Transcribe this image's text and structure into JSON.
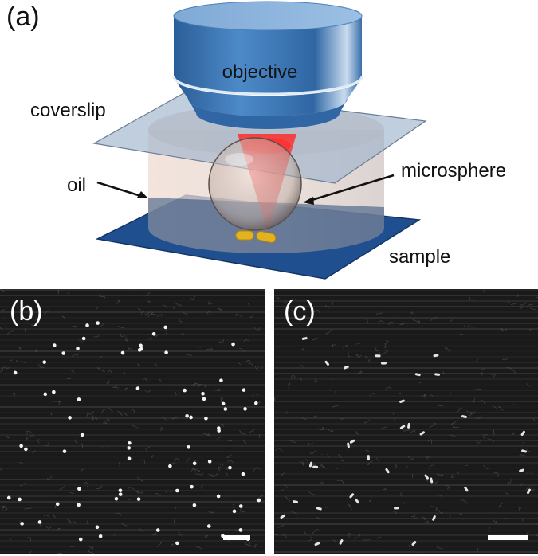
{
  "figure": {
    "panel_a": {
      "label": "(a)",
      "labels": {
        "objective": "objective",
        "coverslip": "coverslip",
        "oil": "oil",
        "microsphere": "microsphere",
        "sample": "sample"
      },
      "colors": {
        "objective": "#3f78b5",
        "coverslip": "#9fb4cc",
        "oil_cylinder": "#e9d7cc",
        "sample_plate": "#1f4f8f",
        "laser": "#e23b3b",
        "particles": "#e2b21f"
      }
    },
    "panel_b": {
      "label": "(b)",
      "description_particles": "bright dots on dark AFM background",
      "scale_bar": true
    },
    "panel_c": {
      "label": "(c)",
      "description_particles": "bright short rods on dark AFM background",
      "scale_bar": true
    }
  }
}
